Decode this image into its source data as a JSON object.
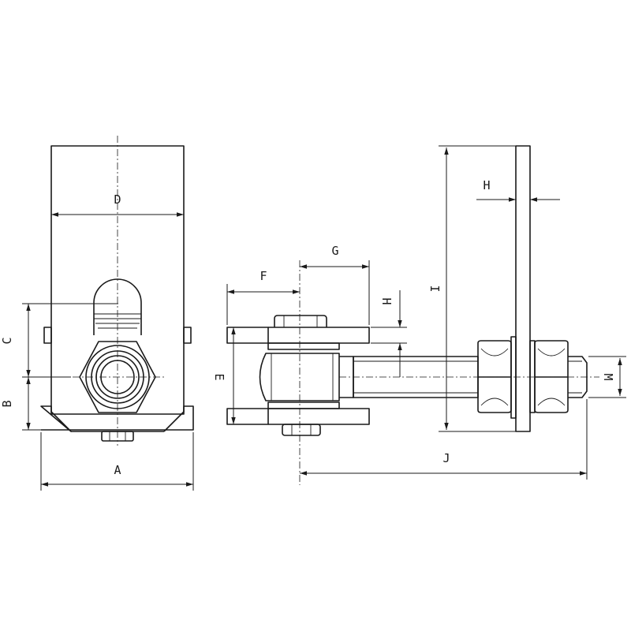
{
  "labels": {
    "a": "A",
    "b": "B",
    "c": "C",
    "d": "D",
    "e": "E",
    "f": "F",
    "g": "G",
    "h1": "H",
    "h2": "H",
    "i": "I",
    "j": "J",
    "m": "M"
  },
  "colors": {
    "line": "#1a1a1a",
    "background": "#ffffff"
  }
}
